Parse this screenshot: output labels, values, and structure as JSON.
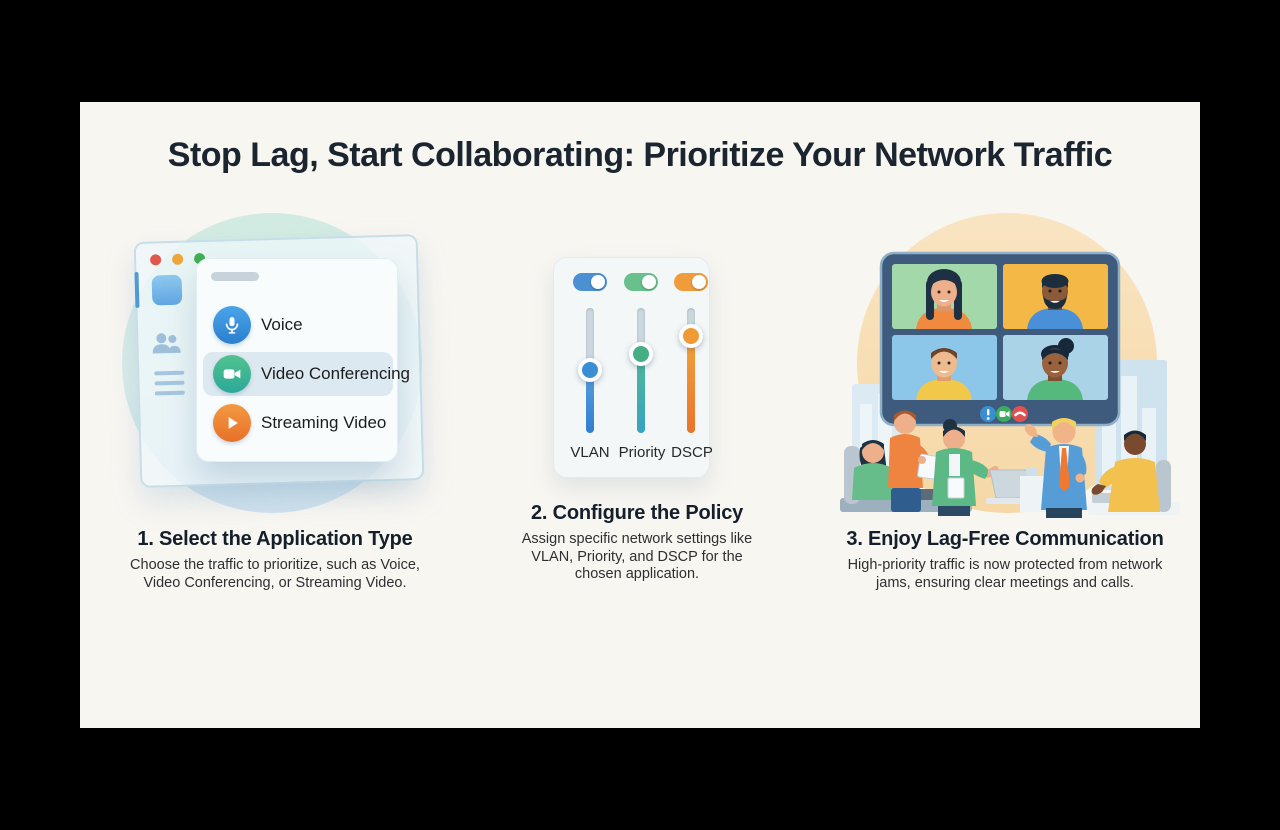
{
  "title": "Stop Lag, Start Collaborating: Prioritize Your Network Traffic",
  "steps": [
    {
      "heading": "1. Select the Application Type",
      "body": "Choose the traffic to prioritize, such as Voice, Video Conferencing, or Streaming Video."
    },
    {
      "heading": "2. Configure the Policy",
      "body": "Assign specific network settings like VLAN, Priority, and DSCP for the chosen application."
    },
    {
      "heading": "3. Enjoy Lag-Free Communication",
      "body": "High-priority traffic is now protected from network jams, ensuring clear meetings and calls."
    }
  ],
  "panel1": {
    "window_controls": {
      "close": "#e2574c",
      "minimize": "#efa63a",
      "zoom": "#3fae52"
    },
    "menu_items": [
      {
        "label": "Voice",
        "icon": "microphone-icon",
        "color": "#2f8fdb",
        "highlighted": false
      },
      {
        "label": "Video Conferencing",
        "icon": "video-camera-icon",
        "color": "#35ab92",
        "highlighted": true
      },
      {
        "label": "Streaming Video",
        "icon": "play-icon",
        "color": "#ee7e2e",
        "highlighted": false
      }
    ]
  },
  "panel2": {
    "toggles": [
      {
        "name": "vlan-toggle",
        "state": "on",
        "color": "#4a90d2"
      },
      {
        "name": "priority-toggle",
        "state": "on",
        "color": "#68c08c"
      },
      {
        "name": "dscp-toggle",
        "state": "on",
        "color": "#f09c3c"
      }
    ],
    "sliders": [
      {
        "label": "VLAN",
        "color": "#2f7fd0",
        "value_pct": 50
      },
      {
        "label": "Priority",
        "color": "#36a3c2",
        "value_pct": 63
      },
      {
        "label": "DSCP",
        "color": "#e8742c",
        "value_pct": 78
      }
    ]
  },
  "panel3": {
    "call_buttons": [
      "mic-alert-button",
      "camera-button",
      "end-call-button"
    ],
    "participant_tiles": [
      {
        "position": "top-left",
        "bg": "#a3d8ab"
      },
      {
        "position": "top-right",
        "bg": "#f3b845"
      },
      {
        "position": "bottom-left",
        "bg": "#8cc6e9"
      },
      {
        "position": "bottom-right",
        "bg": "#abd3e8"
      }
    ]
  },
  "colors": {
    "page_bg": "#000000",
    "card_bg": "#f8f6f1",
    "circle1": "#d2ebe2",
    "circle3": "#f8dfb4"
  }
}
